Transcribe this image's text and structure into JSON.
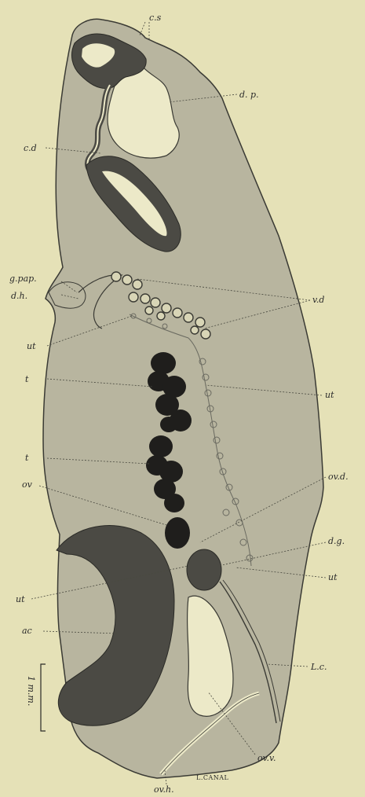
{
  "labels": {
    "cs": "c.s",
    "dp": "d. p.",
    "cd": "c.d",
    "gpap": "g.pap.",
    "dh": "d.h.",
    "vd": "v.d",
    "ut": "ut",
    "t": "t",
    "ovd": "ov.d.",
    "ov": "ov",
    "dg": "d.g.",
    "ac": "ac",
    "lc": "L.c.",
    "ovv": "ov.v.",
    "ovh": "ov.h.",
    "lcanal": "L.CANAL",
    "scale": "1 m.m."
  },
  "colors": {
    "background": "#e5e1b7",
    "tissue": "#b8b59f",
    "dark": "#4b4a44",
    "testis": "#1f1e1c",
    "lumen": "#ece9c8",
    "line": "#3a3a34"
  }
}
